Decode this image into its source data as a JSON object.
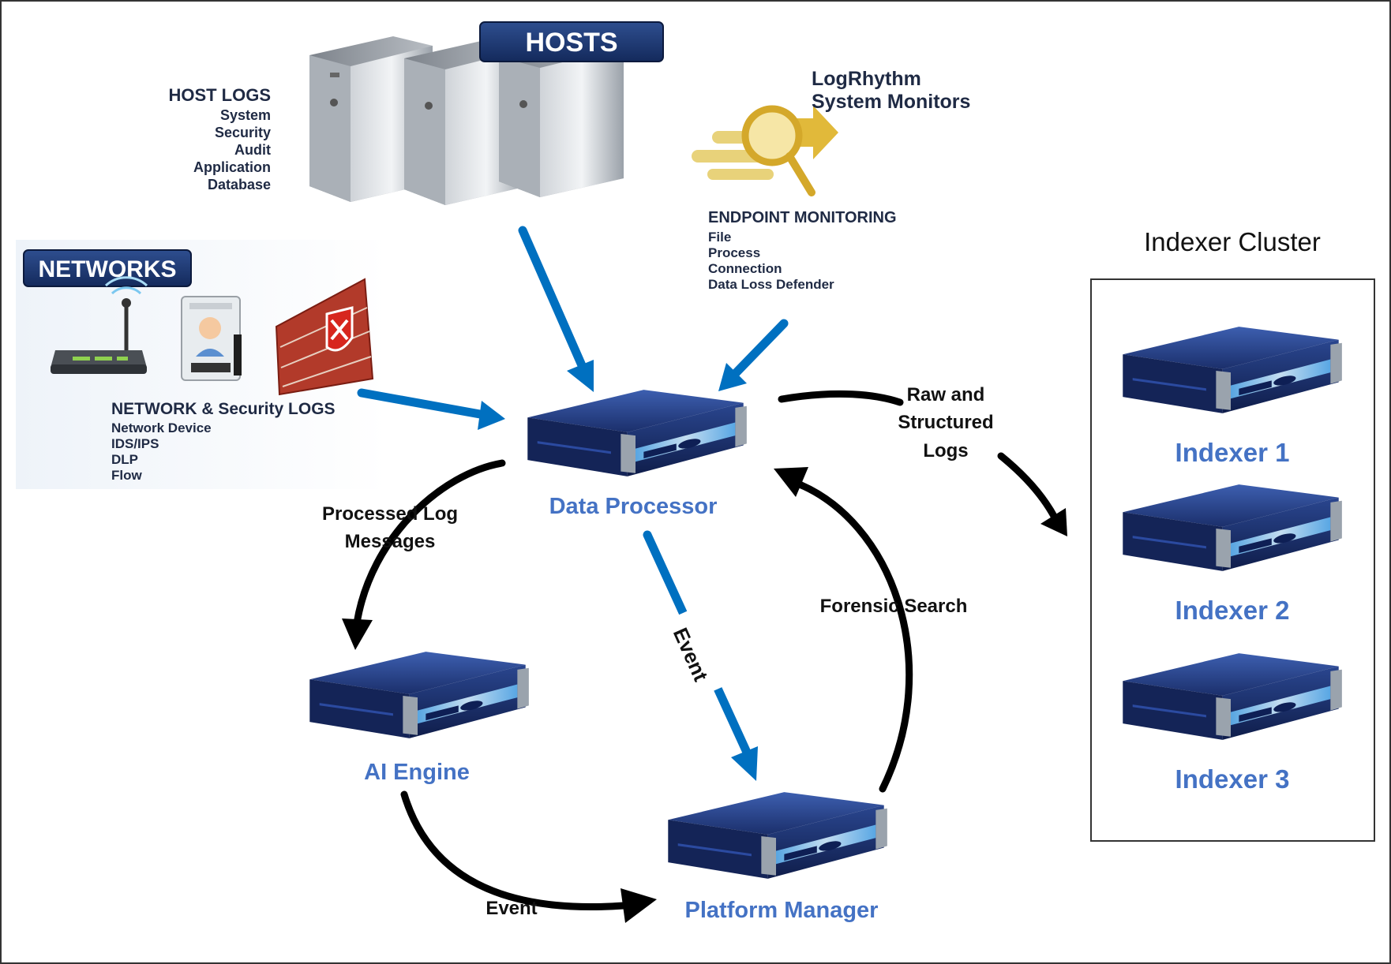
{
  "hosts": {
    "badge": "HOSTS",
    "title": "HOST LOGS",
    "items": [
      "System",
      "Security",
      "Audit",
      "Application",
      "Database"
    ]
  },
  "monitors": {
    "title_line1": "LogRhythm",
    "title_line2": "System Monitors",
    "endpoint_title": "ENDPOINT MONITORING",
    "items": [
      "File",
      "Process",
      "Connection",
      "Data Loss Defender"
    ]
  },
  "networks": {
    "badge": "NETWORKS",
    "title": "NETWORK & Security  LOGS",
    "items": [
      "Network Device",
      "IDS/IPS",
      "DLP",
      "Flow"
    ]
  },
  "nodes": {
    "data_processor": "Data Processor",
    "ai_engine": "AI Engine",
    "platform_manager": "Platform Manager"
  },
  "cluster": {
    "title": "Indexer Cluster",
    "indexers": [
      "Indexer 1",
      "Indexer 2",
      "Indexer 3"
    ]
  },
  "edges": {
    "raw_logs": [
      "Raw and",
      "Structured",
      "Logs"
    ],
    "processed": [
      "Processed Log",
      "Messages"
    ],
    "event_dp_pm": "Event",
    "event_ai_pm": "Event",
    "forensic": "Forensic Search"
  },
  "colors": {
    "blue_arrow": "#0070c0",
    "label_blue": "#4472c4",
    "badge_navy": "#1f3864",
    "server_navy": "#1b2f6b"
  }
}
